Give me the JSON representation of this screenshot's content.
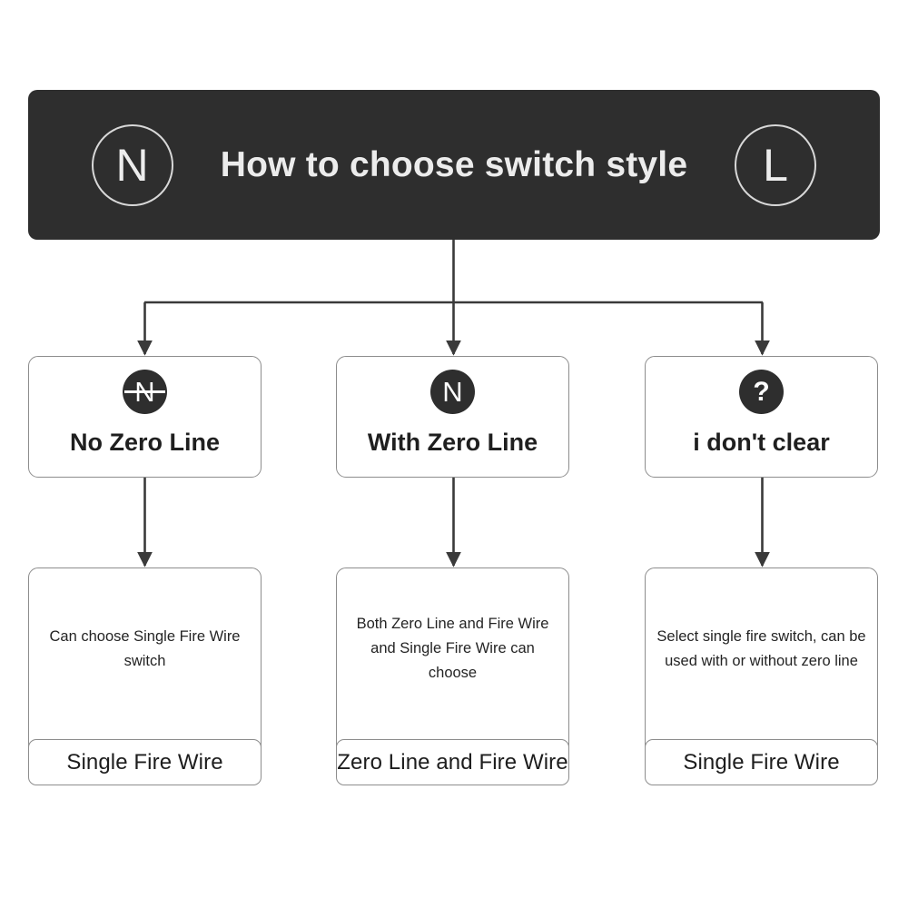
{
  "diagram": {
    "title": "How to choose switch style",
    "background_color": "#ffffff",
    "accent_dark": "#2e2e2e",
    "border_color": "#8d8d8d",
    "header": {
      "title": "How to choose switch style",
      "left_terminal": {
        "label": "N",
        "icon": "neutral-terminal-circle-icon"
      },
      "right_terminal": {
        "label": "L",
        "icon": "live-terminal-circle-icon"
      }
    },
    "branches": [
      {
        "id": "no-zero-line",
        "badge_label": "N",
        "badge_icon": "n-crossed-out-icon",
        "badge_struck": true,
        "label": "No Zero Line",
        "result_body": "Can choose Single Fire Wire switch",
        "result_footer": "Single Fire Wire"
      },
      {
        "id": "with-zero-line",
        "badge_label": "N",
        "badge_icon": "n-badge-icon",
        "badge_struck": false,
        "label": "With Zero Line",
        "result_body": "Both Zero Line and Fire Wire and Single Fire Wire can choose",
        "result_footer": "Zero Line and Fire Wire"
      },
      {
        "id": "not-clear",
        "badge_label": "?",
        "badge_icon": "question-mark-badge-icon",
        "badge_struck": false,
        "label": "i don't clear",
        "result_body": "Select single fire switch, can be used with or without zero line",
        "result_footer": "Single Fire Wire"
      }
    ]
  }
}
